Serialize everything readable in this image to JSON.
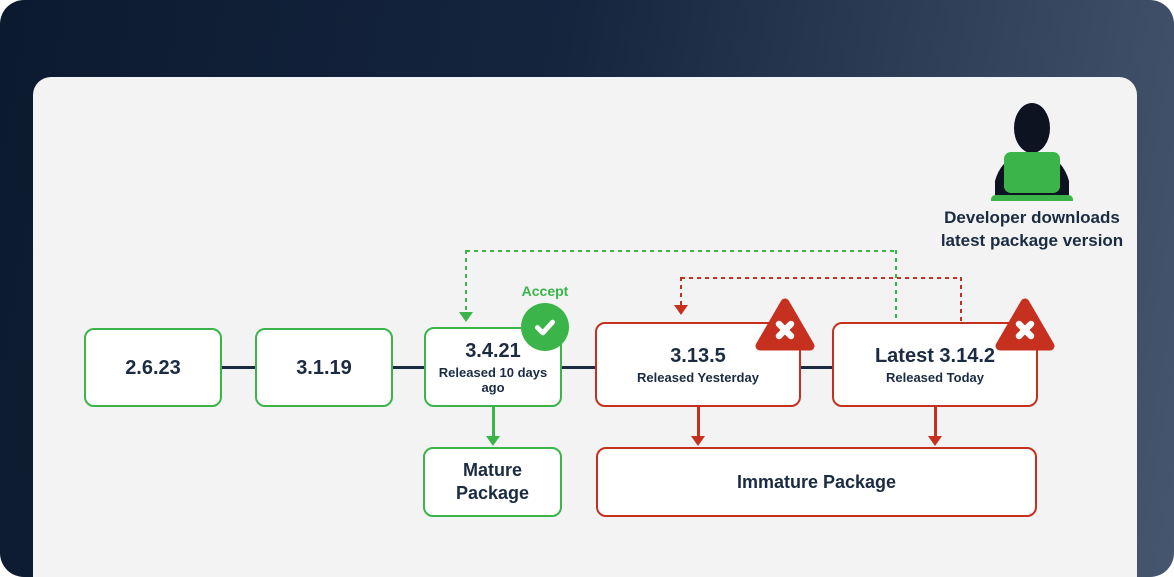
{
  "diagram": {
    "developer": {
      "caption_line1": "Developer downloads",
      "caption_line2": "latest package version"
    },
    "accept_label": "Accept",
    "timeline": [
      {
        "version": "2.6.23",
        "released": "",
        "status": "mature"
      },
      {
        "version": "3.1.19",
        "released": "",
        "status": "mature"
      },
      {
        "version": "3.4.21",
        "released": "Released 10 days ago",
        "status": "accepted"
      },
      {
        "version": "3.13.5",
        "released": "Released Yesterday",
        "status": "rejected"
      },
      {
        "version": "Latest 3.14.2",
        "released": "Released Today",
        "status": "rejected"
      }
    ],
    "outcomes": {
      "mature": "Mature Package",
      "immature": "Immature Package"
    },
    "colors": {
      "green": "#3bb54a",
      "red": "#c5301f",
      "navy": "#1b2b42",
      "card_background": "#f2f3f2",
      "frame_background_dark": "#0c1a30",
      "frame_background_light": "#46566e"
    }
  }
}
